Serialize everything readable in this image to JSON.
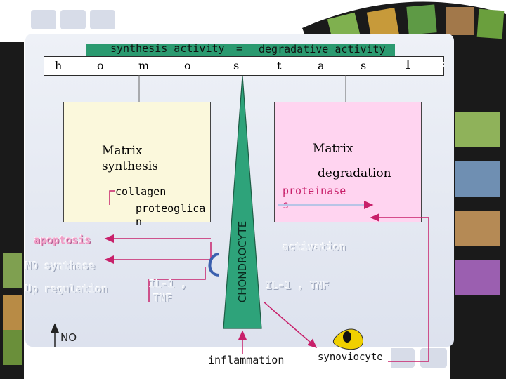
{
  "header": {
    "synthesis_label": "synthesis activity",
    "equals": "=",
    "degradative_label": "degradative activity",
    "letters": [
      "h",
      "o",
      "m",
      "o",
      "s",
      "t",
      "a",
      "s",
      "I",
      "s"
    ]
  },
  "boxes": {
    "synthesis_title": "Matrix\nsynthesis",
    "degradation_title_1": "Matrix",
    "degradation_title_2": "degradation",
    "collagen": "collagen",
    "proteoglycan_1": "proteoglica",
    "proteoglycan_2": "n",
    "proteinase_1": "proteinase",
    "proteinase_2": "s"
  },
  "labels": {
    "chondrocyte": "CHONDROCYTE",
    "apoptosis": "apoptosis",
    "no_synthase": "NO synthase",
    "up_regulation": "Up regulation",
    "il1_tnf_left_1": "IL-1 ,",
    "il1_tnf_left_2": "TNF",
    "activation": "activation",
    "il1_tnf_right": "IL-1 , TNF",
    "no": "NO",
    "inflammation": "inflammation",
    "synoviocyte": "synoviocyte"
  },
  "colors": {
    "header_bar": "#2b9a70",
    "triangle": "#2ea37a",
    "synthesis_box": "#fbf8dc",
    "degradation_box": "#ffd4f0",
    "arrow_pink": "#c8206a",
    "panel": "#e6eaf3",
    "film": "#1a1a1a"
  }
}
